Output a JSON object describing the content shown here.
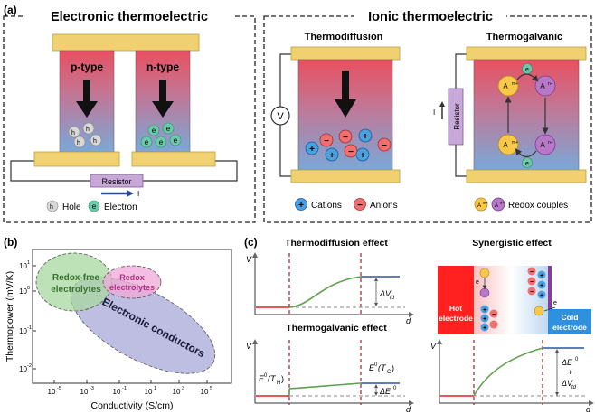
{
  "panel_a": {
    "label": "(a)",
    "electronic": {
      "title": "Electronic thermoelectric",
      "ptype": "p-type",
      "ntype": "n-type",
      "hole_sym": "h",
      "hole_sup": "+",
      "electron_sym": "e",
      "resistor": "Resistor",
      "current": "I",
      "legend_hole": "Hole",
      "legend_electron": "Electron"
    },
    "ionic": {
      "title": "Ionic thermoelectric",
      "thermodiffusion": "Thermodiffusion",
      "thermogalvanic": "Thermogalvanic",
      "voltmeter": "V",
      "resistor": "Resistor",
      "current": "I",
      "cation_sym": "+",
      "anion_sym": "−",
      "legend_cations": "Cations",
      "legend_anions": "Anions",
      "legend_redox": "Redox couples",
      "redox_a": "A",
      "redox_m_sup": "m+",
      "redox_n_sup": "n+",
      "electron_sym": "e"
    }
  },
  "panel_b": {
    "label": "(b)",
    "ylabel": "Thermopower (mV/K)",
    "xlabel": "Conductivity (S/cm)",
    "y_ticks": [
      {
        "base": "10",
        "exp": "1"
      },
      {
        "base": "10",
        "exp": "0"
      },
      {
        "base": "10",
        "exp": "-1"
      },
      {
        "base": "10",
        "exp": "-2"
      }
    ],
    "x_ticks": [
      {
        "base": "10",
        "exp": "-5"
      },
      {
        "base": "10",
        "exp": "-3"
      },
      {
        "base": "10",
        "exp": "-1"
      },
      {
        "base": "10",
        "exp": "1"
      },
      {
        "base": "10",
        "exp": "3"
      },
      {
        "base": "10",
        "exp": "5"
      }
    ],
    "regions": [
      {
        "name": "redox-free",
        "line1": "Redox-free",
        "line2": "electrolytes",
        "color": "#a8d8a0"
      },
      {
        "name": "redox",
        "line1": "Redox",
        "line2": "electrolytes",
        "color": "#f0a8d8"
      },
      {
        "name": "electronic",
        "line1": "Electronic conductors",
        "line2": "",
        "color": "#a8a8d8"
      }
    ]
  },
  "panel_c": {
    "label": "(c)",
    "thermodiffusion_effect": "Thermodiffusion effect",
    "thermogalvanic_effect": "Thermogalvanic effect",
    "synergistic_effect": "Synergistic effect",
    "axis_v": "V",
    "axis_d": "d",
    "delta_vtd": "ΔV",
    "delta_vtd_sub": "td",
    "e0_th": "E",
    "e0_th_arg": "(T",
    "e0_th_sub": "H",
    "e0_tc_arg": "(T",
    "e0_tc_sub": "C",
    "delta_e0": "ΔE",
    "sup0": "0",
    "paren": ")",
    "plus": "+",
    "hot_l1": "Hot",
    "hot_l2": "electrode",
    "cold_l1": "Cold",
    "cold_l2": "electrode"
  },
  "colors": {
    "hot": "#e85060",
    "cold": "#7aa8d8",
    "electrode": "#f0d070",
    "cation": "#4aa0e0",
    "anion": "#f07070",
    "electron": "#6cc8a8",
    "redox_m": "#f8c848",
    "redox_n": "#b878c8",
    "curve": "#60a050",
    "red_line": "#e02020",
    "blue_line": "#3050a0"
  }
}
